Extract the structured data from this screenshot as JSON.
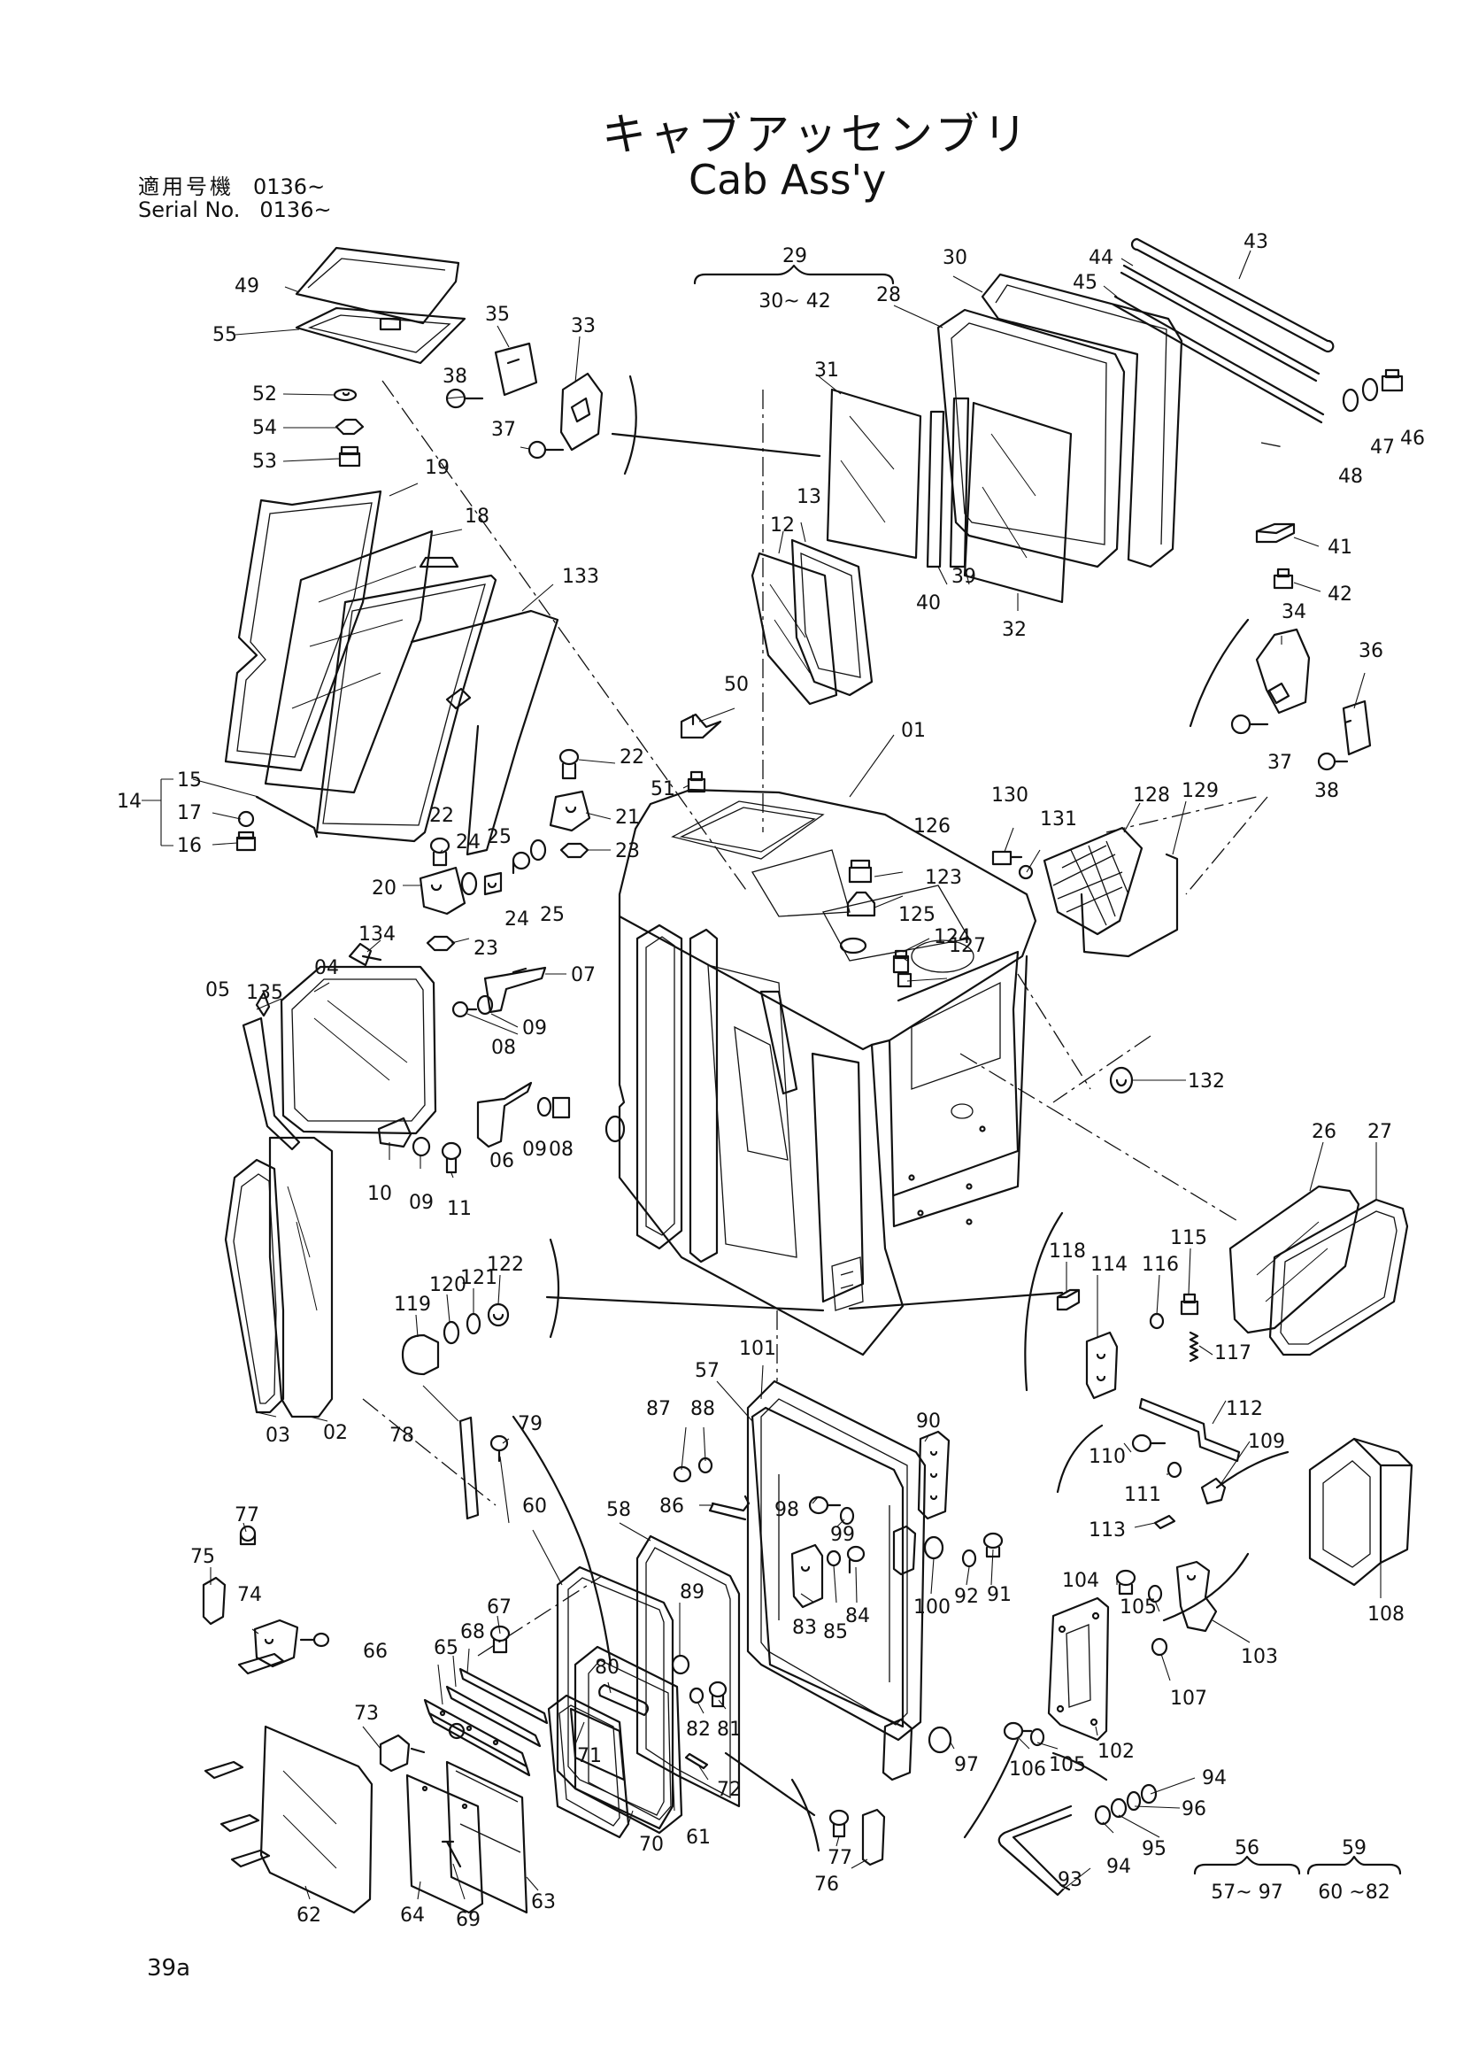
{
  "title": {
    "jp": "キャブアッセンブリ",
    "en": "Cab Ass'y"
  },
  "serial": {
    "jp_label": "適用号機",
    "jp_value": "0136~",
    "en_label": "Serial No.",
    "en_value": "0136~"
  },
  "page_number": "39a",
  "groups": {
    "g29": {
      "number": "29",
      "range": "30~ 42"
    },
    "g56": {
      "number": "56",
      "range": "57~ 97"
    },
    "g59": {
      "number": "59",
      "range": "60 ~82"
    }
  },
  "callouts": {
    "c01": "01",
    "c02": "02",
    "c03": "03",
    "c04": "04",
    "c05": "05",
    "c06": "06",
    "c07": "07",
    "c08a": "08",
    "c08b": "08",
    "c09a": "09",
    "c09b": "09",
    "c09c": "09",
    "c10": "10",
    "c11": "11",
    "c12": "12",
    "c13": "13",
    "c14": "14",
    "c15": "15",
    "c16": "16",
    "c17": "17",
    "c18": "18",
    "c19": "19",
    "c20": "20",
    "c21": "21",
    "c22a": "22",
    "c22b": "22",
    "c23a": "23",
    "c23b": "23",
    "c24a": "24",
    "c24b": "24",
    "c25a": "25",
    "c25b": "25",
    "c26": "26",
    "c27": "27",
    "c28": "28",
    "c30": "30",
    "c31": "31",
    "c32": "32",
    "c33": "33",
    "c34": "34",
    "c35": "35",
    "c36": "36",
    "c37a": "37",
    "c37b": "37",
    "c38a": "38",
    "c38b": "38",
    "c39": "39",
    "c40": "40",
    "c41": "41",
    "c42": "42",
    "c43": "43",
    "c44": "44",
    "c45": "45",
    "c46": "46",
    "c47": "47",
    "c48": "48",
    "c49": "49",
    "c50": "50",
    "c51": "51",
    "c52": "52",
    "c53": "53",
    "c54": "54",
    "c55": "55",
    "c57": "57",
    "c58": "58",
    "c60": "60",
    "c61": "61",
    "c62": "62",
    "c63": "63",
    "c64": "64",
    "c65": "65",
    "c66": "66",
    "c67": "67",
    "c68": "68",
    "c69": "69",
    "c70": "70",
    "c71": "71",
    "c72": "72",
    "c73": "73",
    "c74": "74",
    "c75": "75",
    "c76": "76",
    "c77a": "77",
    "c77b": "77",
    "c78": "78",
    "c79": "79",
    "c80": "80",
    "c81": "81",
    "c82": "82",
    "c83": "83",
    "c84": "84",
    "c85": "85",
    "c86": "86",
    "c87": "87",
    "c88": "88",
    "c89": "89",
    "c90": "90",
    "c91": "91",
    "c92": "92",
    "c93": "93",
    "c94a": "94",
    "c94b": "94",
    "c95": "95",
    "c96": "96",
    "c97": "97",
    "c98": "98",
    "c99": "99",
    "c100": "100",
    "c101": "101",
    "c102": "102",
    "c103": "103",
    "c104": "104",
    "c105a": "105",
    "c105b": "105",
    "c106": "106",
    "c107": "107",
    "c108": "108",
    "c109": "109",
    "c110": "110",
    "c111": "111",
    "c112": "112",
    "c113": "113",
    "c114": "114",
    "c115": "115",
    "c116": "116",
    "c117": "117",
    "c118": "118",
    "c119": "119",
    "c120": "120",
    "c121": "121",
    "c122": "122",
    "c123": "123",
    "c124": "124",
    "c125": "125",
    "c126": "126",
    "c127": "127",
    "c128": "128",
    "c129": "129",
    "c130": "130",
    "c131": "131",
    "c132": "132",
    "c133": "133",
    "c134": "134",
    "c135": "135"
  }
}
